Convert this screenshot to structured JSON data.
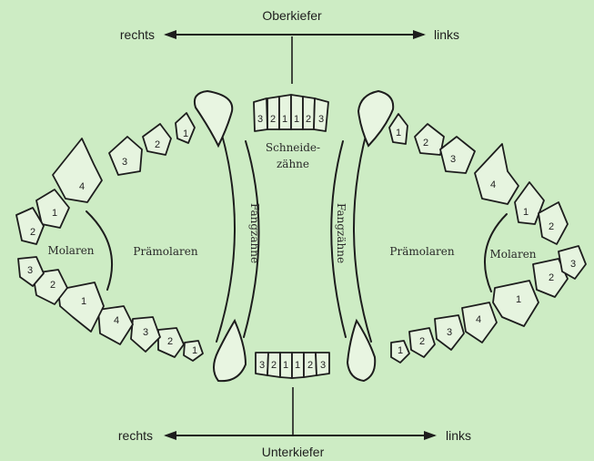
{
  "labels": {
    "top_jaw": "Oberkiefer",
    "bottom_jaw": "Unterkiefer",
    "right_top": "rechts",
    "left_top": "links",
    "right_bottom": "rechts",
    "left_bottom": "links",
    "incisors_line1": "Schneide-",
    "incisors_line2": "zähne",
    "canines_left": "Fangzähne",
    "canines_right": "Fangzähne",
    "premolars_left": "Prämolaren",
    "premolars_right": "Prämolaren",
    "molars_left": "Molaren",
    "molars_right": "Molaren"
  },
  "incisors_upper": [
    "3",
    "2",
    "1",
    "1",
    "2",
    "3"
  ],
  "incisors_lower": [
    "3",
    "2",
    "1",
    "1",
    "2",
    "3"
  ],
  "upper_left_premolars": [
    "1",
    "2",
    "3",
    "4"
  ],
  "upper_left_molars": [
    "1",
    "2"
  ],
  "lower_left_premolars": [
    "1",
    "2",
    "3",
    "4"
  ],
  "lower_left_molars": [
    "1",
    "2",
    "3"
  ],
  "upper_right_premolars": [
    "1",
    "2",
    "3",
    "4"
  ],
  "upper_right_molars": [
    "1",
    "2"
  ],
  "lower_right_premolars": [
    "1",
    "2",
    "3",
    "4"
  ],
  "lower_right_molars": [
    "1",
    "2",
    "3"
  ],
  "colors": {
    "background": "#cdecc4",
    "ink": "#1d1d1d"
  }
}
